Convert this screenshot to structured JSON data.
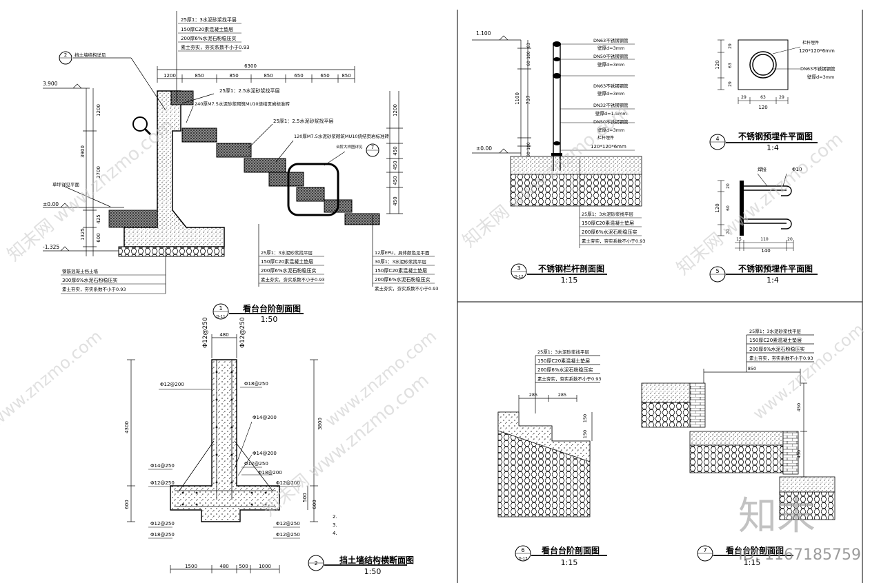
{
  "sheet": {
    "id_mark": "ID: 1167185759",
    "watermark_logo": "知末"
  },
  "s1": {
    "num": "1",
    "sheet": "D-11",
    "title": "看台台阶剖面图",
    "scale": "1:50",
    "ref2": "2",
    "ref2_label": "挡土墙结构详见",
    "ref7": "7",
    "ref7_label": "台阶大样图详见",
    "top_layers": [
      "25厚1：3水泥砂浆找平层",
      "150厚C20素混凝土垫层",
      "200厚6%水泥石粉稳压实",
      "素土夯实，夯实系数不小于0.93"
    ],
    "mid_notes": [
      "25厚1：2.5水泥砂浆找平层",
      "240厚M7.5水泥砂浆砌筑MU10烧结页岩标准砖",
      "25厚1：2.5水泥砂浆找平层",
      "120厚M7.5水泥砂浆砌筑MU10烧结页岩标准砖"
    ],
    "bot_layers": [
      "25厚1：3水泥砂浆找平层",
      "150厚C20素混凝土垫层",
      "200厚6%水泥石粉稳压实",
      "素土夯实，夯实系数不小于0.93"
    ],
    "right_layers": [
      "12厚EPU，具体颜色见平面",
      "30厚1：3水泥砂浆找平层",
      "150厚C20素混凝土垫层",
      "200厚6%水泥石粉稳压实",
      "素土夯实，夯实系数不小于0.93"
    ],
    "left_layers": [
      "钢筋混凝土挡土墙",
      "300厚6%水泥石粉稳压实",
      "素土夯实，夯实系数不小于0.93"
    ],
    "lawn": "草坪详见平面",
    "el_top": "3.900",
    "el_zero": "±0.00",
    "el_bot": "-1.325",
    "dim_total": "6300",
    "dims_h": [
      "1200",
      "850",
      "850",
      "850",
      "650",
      "650",
      "850"
    ],
    "dims_v_left": [
      "3900",
      "1200",
      "2700",
      "1325",
      "425",
      "600"
    ],
    "dims_v_right": [
      "1200",
      "450",
      "450",
      "450",
      "450"
    ]
  },
  "s2": {
    "num": "2",
    "title": "挡土墙结构横断面图",
    "scale": "1:50",
    "rebar": [
      "Φ12@250",
      "Φ12@250",
      "Φ12@200",
      "Φ18@250",
      "Φ14@200",
      "Φ14@200",
      "Φ12@250",
      "Φ14@250",
      "Φ12@250",
      "Φ18@200",
      "Φ12@200",
      "Φ12@250",
      "Φ12@250",
      "Φ18@250",
      "Φ12@250"
    ],
    "dim_top": "480",
    "dim_left": "4300",
    "dim_right": "3800",
    "dim_base": "600",
    "dim_500": "500",
    "dims_bottom": [
      "1500",
      "480",
      "500",
      "1000"
    ],
    "notes": [
      "2.",
      "3.",
      "4."
    ]
  },
  "s3": {
    "num": "3",
    "sheet": "D-12",
    "title": "不锈钢栏杆剖面图",
    "scale": "1:15",
    "el_top": "1.100",
    "el_zero": "±0.00",
    "labels": [
      "DN63不锈钢钢管",
      "壁厚d=3mm",
      "DN50不锈钢钢管",
      "壁厚d=3mm",
      "DN63不锈钢钢管",
      "壁厚d=3mm",
      "DN32不锈钢钢管",
      "壁厚d=1.5mm",
      "DN50不锈钢钢管",
      "壁厚d=3mm",
      "栏杆埋件",
      "120*120*6mm"
    ],
    "dims_v": [
      "1100",
      "737",
      "60",
      "100",
      "63",
      "100",
      "60"
    ],
    "layers": [
      "25厚1：3水泥砂浆找平层",
      "150厚C20素混凝土垫层",
      "200厚6%水泥石粉稳压实",
      "素土夯实，夯实系数不小于0.93"
    ]
  },
  "s4": {
    "num": "4",
    "title": "不锈钢预埋件平面图",
    "scale": "1:4",
    "labels": [
      "栏杆埋件",
      "120*120*6mm",
      "DN63不锈钢钢管",
      "壁厚d=3mm"
    ],
    "dims": [
      "29",
      "63",
      "29",
      "120"
    ]
  },
  "s5": {
    "num": "5",
    "title": "不锈钢预埋件平面图",
    "scale": "1:4",
    "labels": [
      "焊接",
      "Φ10"
    ],
    "dims_v": [
      "20",
      "120",
      "60",
      "20"
    ],
    "dims_h": [
      "15",
      "110",
      "20",
      "140"
    ]
  },
  "s6": {
    "num": "6",
    "sheet": "D-13",
    "title": "看台台阶剖面图",
    "scale": "1:15",
    "layers": [
      "25厚1：3水泥砂浆找平层",
      "150厚C20素混凝土垫层",
      "200厚6%水泥石粉稳压实",
      "素土夯实，夯实系数不小于0.93"
    ],
    "dims": [
      "285",
      "285",
      "150",
      "150"
    ]
  },
  "s7": {
    "num": "7",
    "title": "看台台阶剖面图",
    "scale": "1:15",
    "layers": [
      "25厚1：3水泥砂浆找平层",
      "150厚C20素混凝土垫层",
      "200厚6%水泥石粉稳压实",
      "素土夯实，夯实系数不小于0.93"
    ],
    "dims": [
      "850",
      "450",
      "450"
    ]
  },
  "watermarks": [
    "知末网 www.znzmo.com",
    "www.znzmo.com"
  ]
}
